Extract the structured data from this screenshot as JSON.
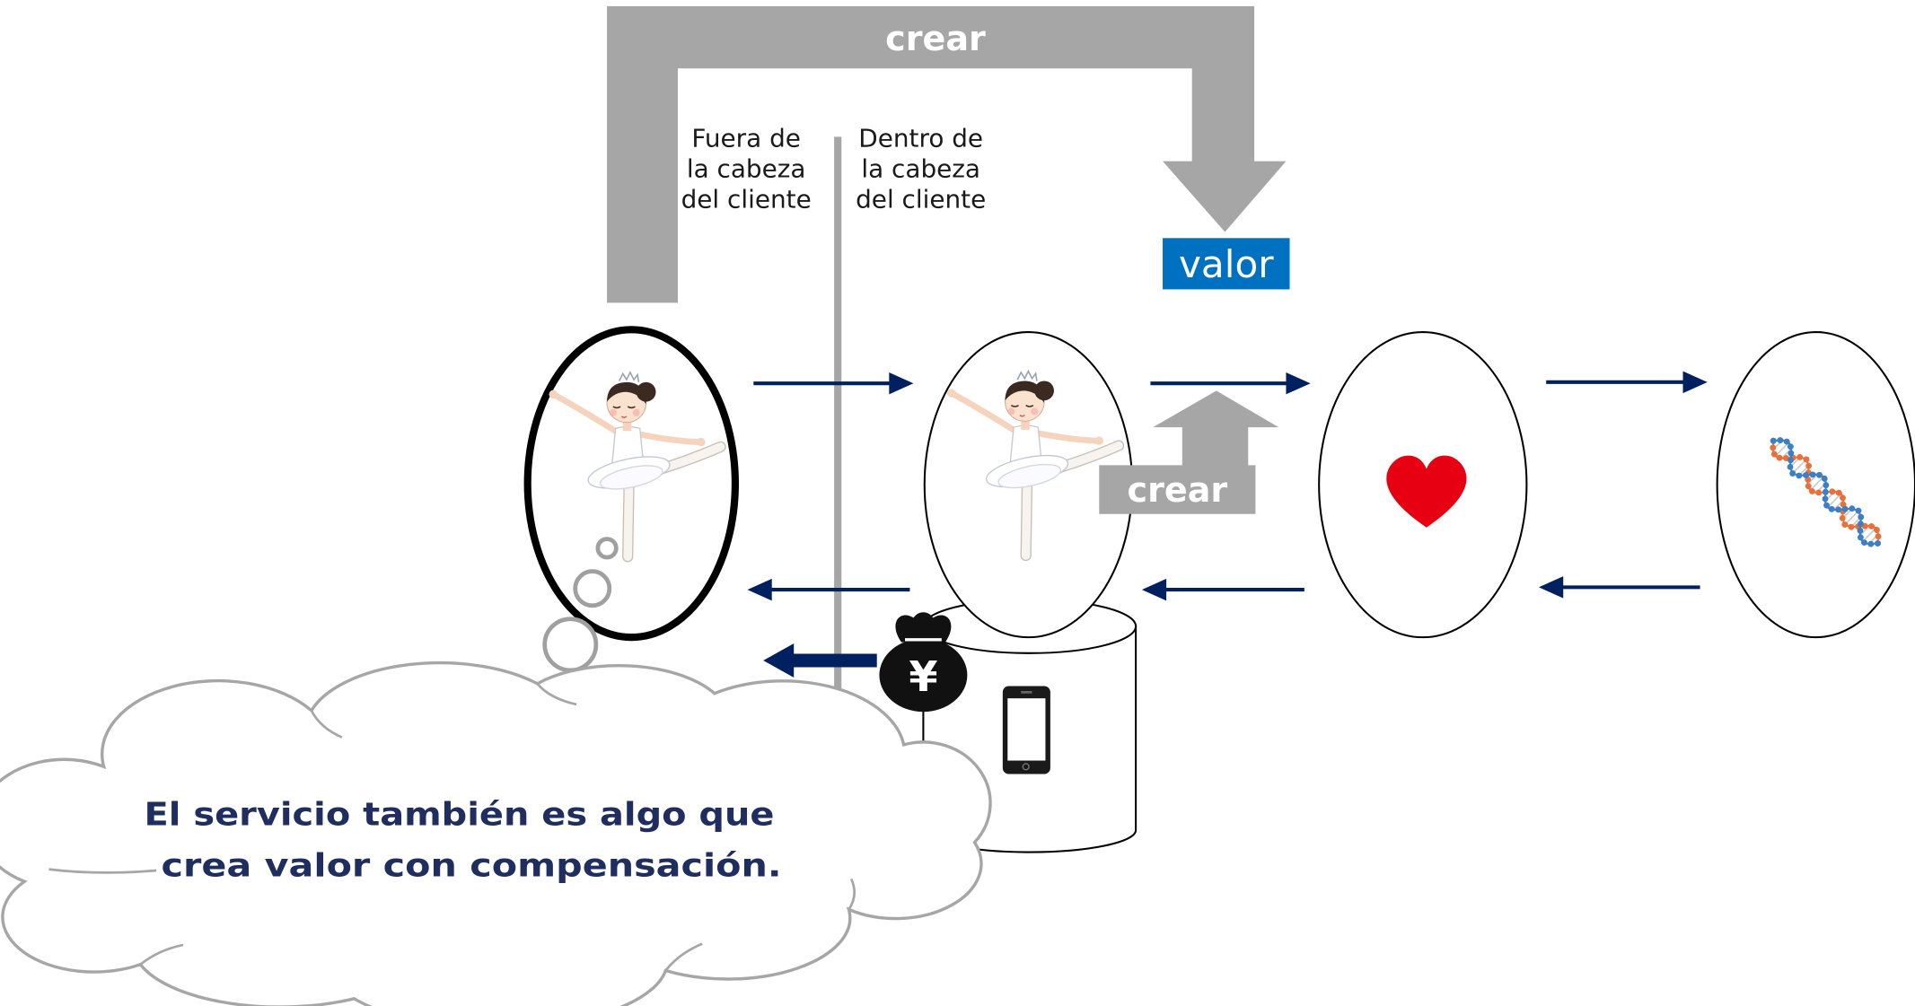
{
  "top_arrow": {
    "label": "crear"
  },
  "divider_labels": {
    "outside": [
      "Fuera de",
      "la cabeza",
      "del cliente"
    ],
    "inside": [
      "Dentro de",
      "la cabeza",
      "del cliente"
    ]
  },
  "value_box": {
    "label": "valor"
  },
  "create_arrow": {
    "label": "crear"
  },
  "money_bag": {
    "symbol": "¥"
  },
  "speech_cloud": {
    "lines": [
      "El servicio también es algo que",
      "crea valor con compensación."
    ]
  },
  "icons": [
    "ballerina-icon",
    "ballerina-icon",
    "heart-icon",
    "dna-icon",
    "money-bag-icon",
    "smartphone-icon"
  ],
  "colors": {
    "gray_arrow": "#a6a6a6",
    "value_box": "#0070c0",
    "flow_arrows": "#002060",
    "cloud_text": "#1f2d5f",
    "heart": "#e60012"
  }
}
